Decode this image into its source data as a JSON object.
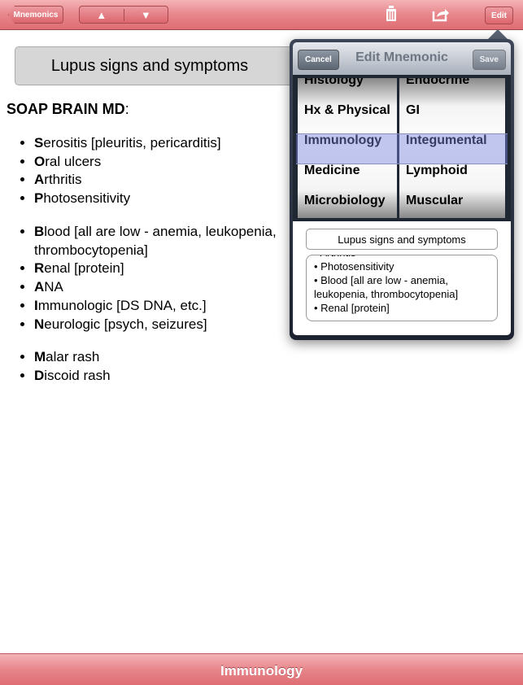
{
  "toolbar": {
    "back_label": "Mnemonics",
    "up": "▲",
    "down": "▼",
    "edit_label": "Edit"
  },
  "main": {
    "title": "Lupus signs and symptoms",
    "heading": "SOAP BRAIN MD",
    "heading_suffix": ":",
    "groups": [
      [
        {
          "l": "S",
          "r": "erositis [pleuritis, pericarditis]"
        },
        {
          "l": "O",
          "r": "ral ulcers"
        },
        {
          "l": "A",
          "r": "rthritis"
        },
        {
          "l": "P",
          "r": "hotosensitivity"
        }
      ],
      [
        {
          "l": "B",
          "r": "lood [all are low - anemia, leukopenia, thrombocytopenia]"
        },
        {
          "l": "R",
          "r": "enal [protein]"
        },
        {
          "l": "A",
          "r": "NA"
        },
        {
          "l": "I",
          "r": "mmunologic [DS DNA, etc.]"
        },
        {
          "l": "N",
          "r": "eurologic [psych, seizures]"
        }
      ],
      [
        {
          "l": "M",
          "r": "alar rash"
        },
        {
          "l": "D",
          "r": "iscoid rash"
        }
      ]
    ]
  },
  "popover": {
    "title": "Edit Mnemonic",
    "cancel": "Cancel",
    "save": "Save",
    "col1": [
      "Histology",
      "Hx & Physical",
      "Immunology",
      "Medicine",
      "Microbiology"
    ],
    "col2": [
      "Endocrine",
      "GI",
      "Integumental",
      "Lymphoid",
      "Muscular"
    ],
    "name_value": "Lupus signs and symptoms",
    "text_lines": [
      "• Arthritis",
      "• Photosensitivity",
      "• Blood [all are low - anemia, leukopenia, thrombocytopenia]",
      "• Renal [protein]"
    ]
  },
  "footer": {
    "category": "Immunology"
  }
}
